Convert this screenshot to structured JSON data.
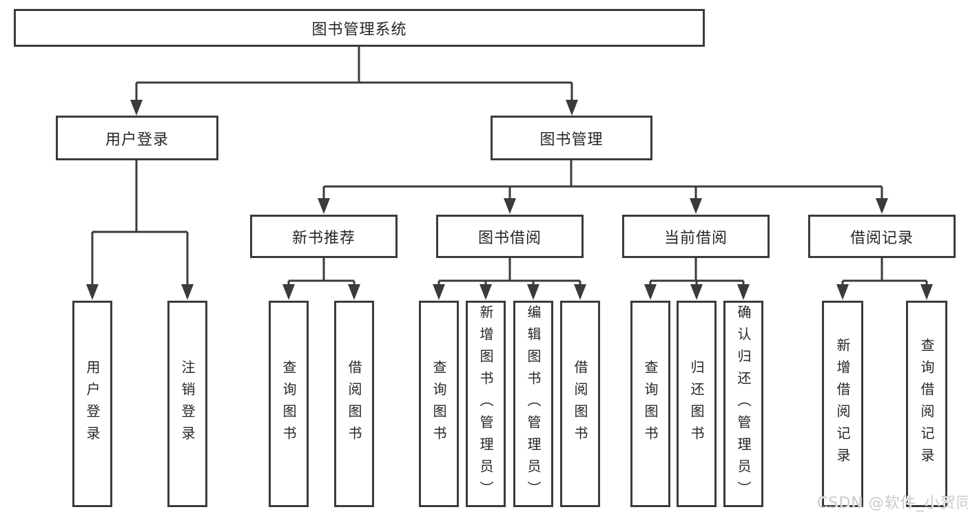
{
  "diagram": {
    "type": "tree",
    "root": {
      "label": "图书管理系统",
      "children": [
        {
          "label": "用户登录",
          "children": [
            {
              "label": "用户登录"
            },
            {
              "label": "注销登录"
            }
          ]
        },
        {
          "label": "图书管理",
          "children": [
            {
              "label": "新书推荐",
              "children": [
                {
                  "label": "查询图书"
                },
                {
                  "label": "借阅图书"
                }
              ]
            },
            {
              "label": "图书借阅",
              "children": [
                {
                  "label": "查询图书"
                },
                {
                  "label": "新增图书（管理员）"
                },
                {
                  "label": "编辑图书（管理员）"
                },
                {
                  "label": "借阅图书"
                }
              ]
            },
            {
              "label": "当前借阅",
              "children": [
                {
                  "label": "查询图书"
                },
                {
                  "label": "归还图书"
                },
                {
                  "label": "确认归还（管理员）"
                }
              ]
            },
            {
              "label": "借阅记录",
              "children": [
                {
                  "label": "新增借阅记录"
                },
                {
                  "label": "查询借阅记录"
                }
              ]
            }
          ]
        }
      ]
    },
    "line_color": "#3b3b3b",
    "background": "#ffffff"
  },
  "watermark": "CSDN @软件_小贺同学"
}
